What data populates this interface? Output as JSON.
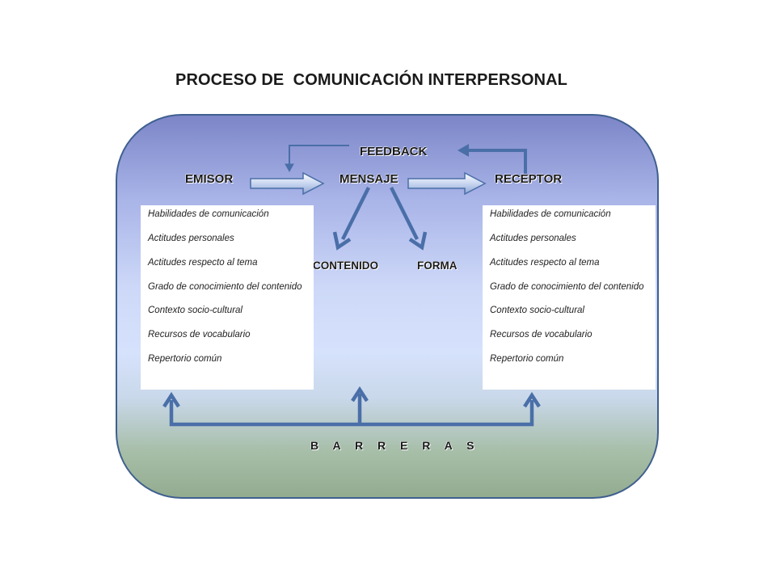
{
  "title": "PROCESO DE  COMUNICACIÓN INTERPERSONAL",
  "nodes": {
    "emisor": "EMISOR",
    "mensaje": "MENSAJE",
    "receptor": "RECEPTOR",
    "feedback": "FEEDBACK",
    "contenido": "CONTENIDO",
    "forma": "FORMA",
    "barreras": "B A R R E R A S"
  },
  "emisor_list": [
    "Habilidades de comunicación",
    "Actitudes personales",
    "Actitudes respecto al tema",
    "Grado de conocimiento del contenido",
    "Contexto socio-cultural",
    "Recursos de vocabulario",
    "Repertorio común"
  ],
  "receptor_list": [
    "Habilidades de comunicación",
    "Actitudes personales",
    "Actitudes respecto al tema",
    "Grado de conocimiento del contenido",
    "Contexto socio-cultural",
    "Recursos de vocabulario",
    "Repertorio común"
  ],
  "colors": {
    "arrow": "#4a6fa8",
    "panel_border": "#3f5f8f"
  }
}
